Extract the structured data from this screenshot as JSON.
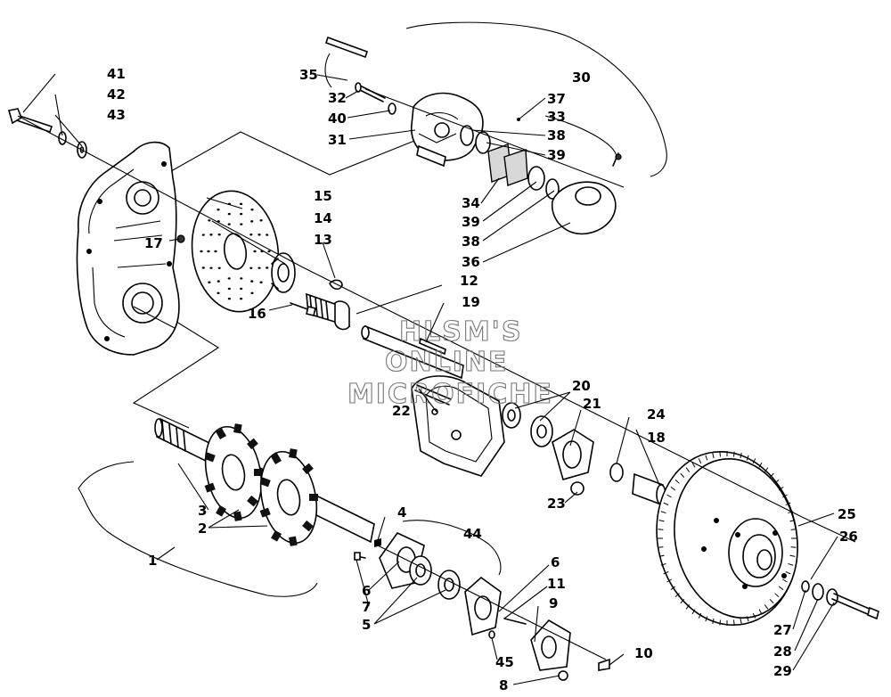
{
  "diagram": {
    "watermark": [
      "HLSM'S",
      "ONLINE",
      "MICROFICHE"
    ],
    "callouts": [
      {
        "id": "1",
        "label": "1"
      },
      {
        "id": "2",
        "label": "2"
      },
      {
        "id": "3",
        "label": "3"
      },
      {
        "id": "4",
        "label": "4"
      },
      {
        "id": "5",
        "label": "5"
      },
      {
        "id": "6a",
        "label": "6"
      },
      {
        "id": "6b",
        "label": "6"
      },
      {
        "id": "7",
        "label": "7"
      },
      {
        "id": "8",
        "label": "8"
      },
      {
        "id": "9",
        "label": "9"
      },
      {
        "id": "10",
        "label": "10"
      },
      {
        "id": "11",
        "label": "11"
      },
      {
        "id": "12",
        "label": "12"
      },
      {
        "id": "13",
        "label": "13"
      },
      {
        "id": "14",
        "label": "14"
      },
      {
        "id": "15",
        "label": "15"
      },
      {
        "id": "16",
        "label": "16"
      },
      {
        "id": "17",
        "label": "17"
      },
      {
        "id": "18",
        "label": "18"
      },
      {
        "id": "19",
        "label": "19"
      },
      {
        "id": "20",
        "label": "20"
      },
      {
        "id": "21",
        "label": "21"
      },
      {
        "id": "22",
        "label": "22"
      },
      {
        "id": "23",
        "label": "23"
      },
      {
        "id": "24",
        "label": "24"
      },
      {
        "id": "25",
        "label": "25"
      },
      {
        "id": "26",
        "label": "26"
      },
      {
        "id": "27",
        "label": "27"
      },
      {
        "id": "28",
        "label": "28"
      },
      {
        "id": "29",
        "label": "29"
      },
      {
        "id": "30",
        "label": "30"
      },
      {
        "id": "31",
        "label": "31"
      },
      {
        "id": "32",
        "label": "32"
      },
      {
        "id": "33",
        "label": "33"
      },
      {
        "id": "34",
        "label": "34"
      },
      {
        "id": "35",
        "label": "35"
      },
      {
        "id": "36",
        "label": "36"
      },
      {
        "id": "37",
        "label": "37"
      },
      {
        "id": "38a",
        "label": "38"
      },
      {
        "id": "38b",
        "label": "38"
      },
      {
        "id": "39a",
        "label": "39"
      },
      {
        "id": "39b",
        "label": "39"
      },
      {
        "id": "40",
        "label": "40"
      },
      {
        "id": "41",
        "label": "41"
      },
      {
        "id": "42",
        "label": "42"
      },
      {
        "id": "43",
        "label": "43"
      },
      {
        "id": "44",
        "label": "44"
      },
      {
        "id": "45",
        "label": "45"
      }
    ]
  }
}
